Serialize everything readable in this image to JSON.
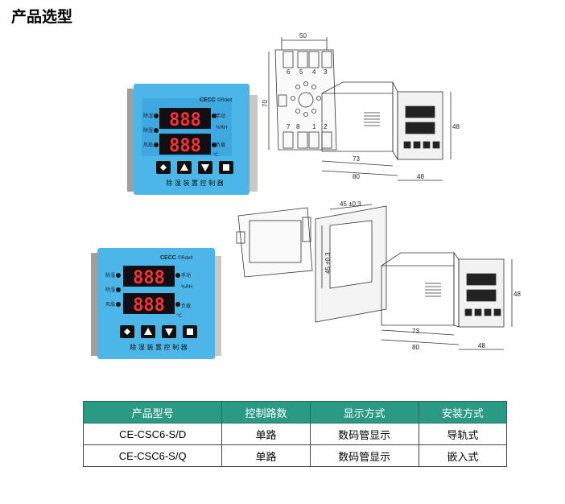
{
  "page": {
    "title": "产品选型"
  },
  "device": {
    "brand": "CECC",
    "brand_sub": "©Rdelt",
    "left_labels": [
      "除湿",
      "除湿",
      "风扇"
    ],
    "right_labels": [
      "手动",
      "%RH",
      "负载"
    ],
    "unit_c": "°C",
    "digits": "888",
    "footer": "除 湿 装 置 控 制 器"
  },
  "dimensions": {
    "d50": "50",
    "d70": "70",
    "d73": "73",
    "d80": "80",
    "d48": "48",
    "d45w": "45 ±0.3",
    "d45h": "45 ±0.3",
    "terminals_top": [
      "6",
      "5",
      "4",
      "3"
    ],
    "terminals_bottom": [
      "7",
      "8",
      "1",
      "2"
    ]
  },
  "table": {
    "headers": [
      "产品型号",
      "控制路数",
      "显示方式",
      "安装方式"
    ],
    "rows": [
      [
        "CE-CSC6-S/D",
        "单路",
        "数码管显示",
        "导轨式"
      ],
      [
        "CE-CSC6-S/Q",
        "单路",
        "数码管显示",
        "嵌入式"
      ]
    ]
  }
}
